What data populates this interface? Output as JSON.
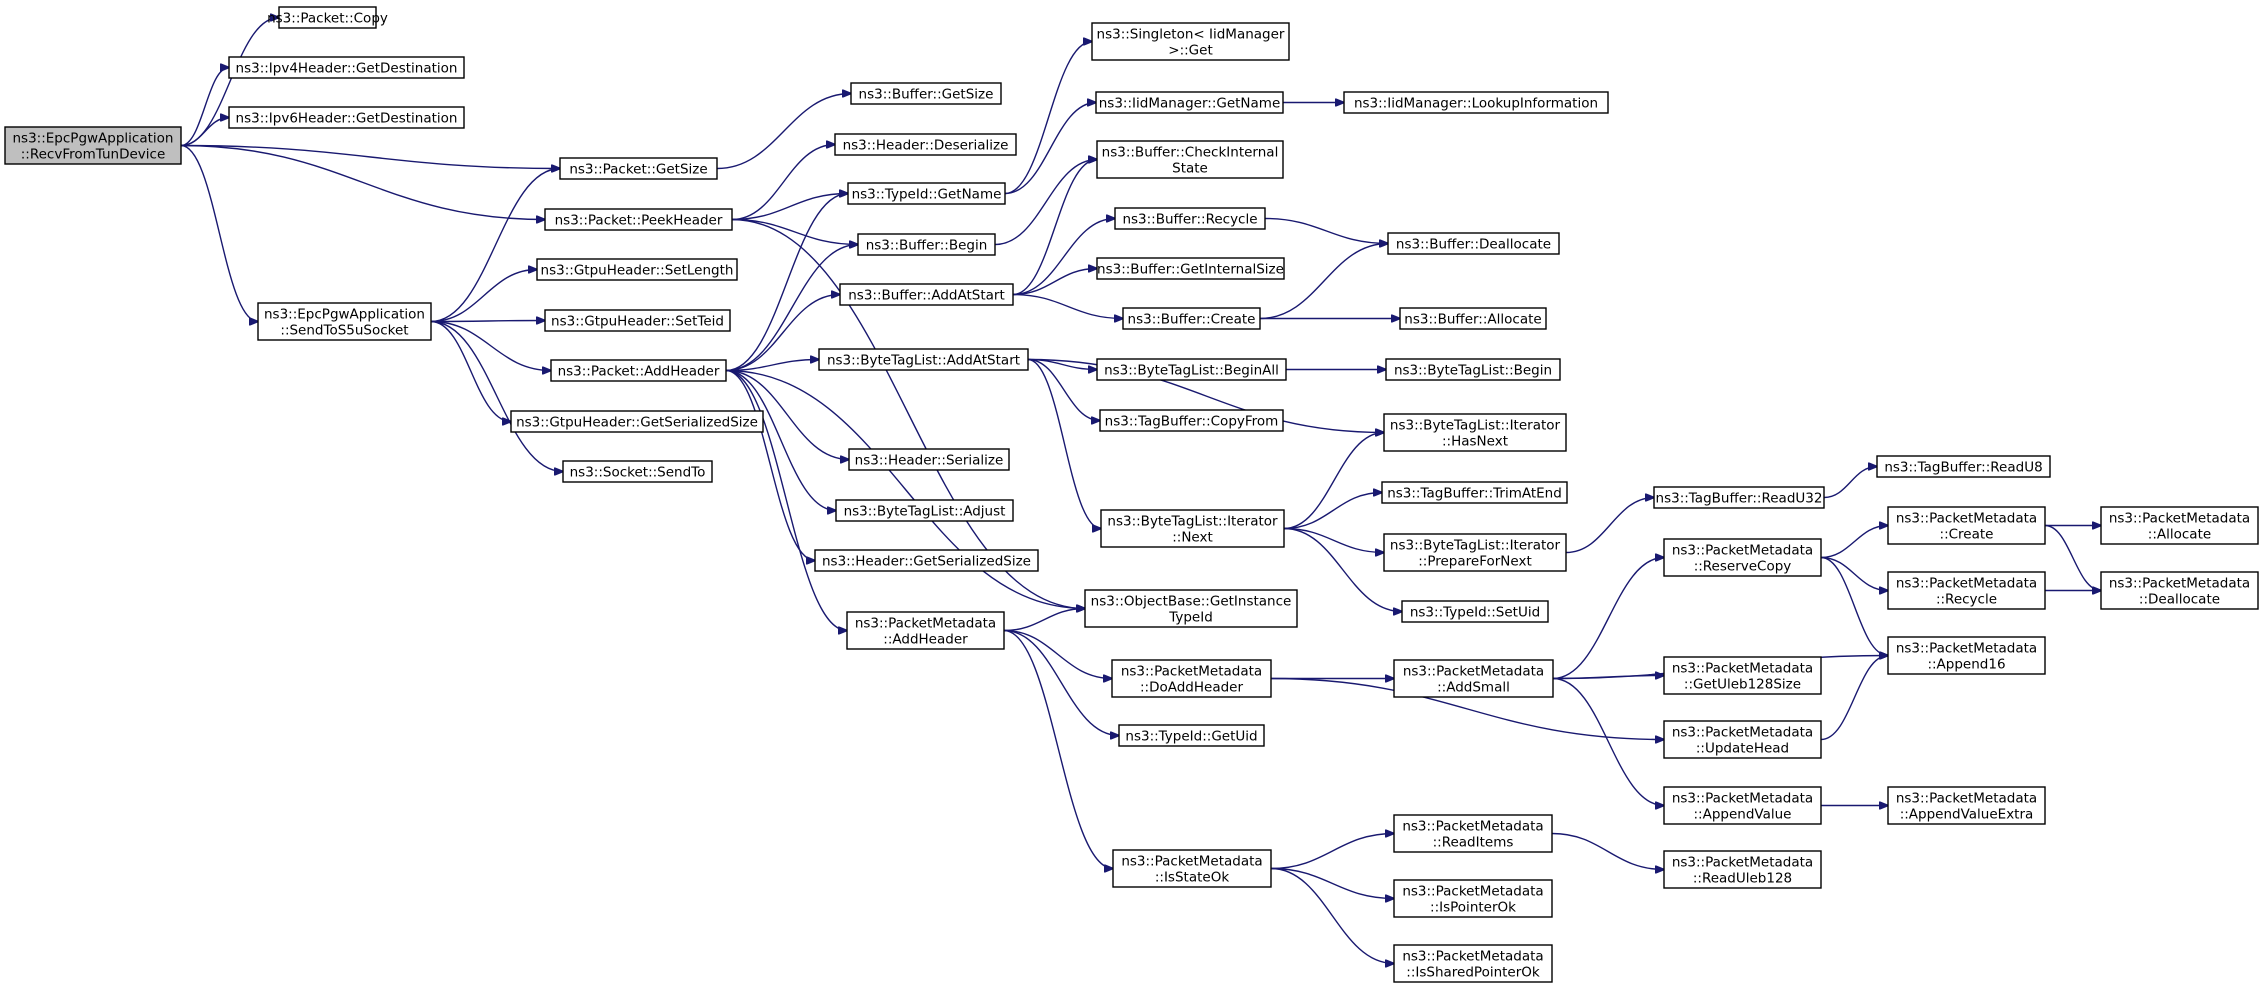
{
  "nodes": [
    {
      "id": "recv",
      "lines": [
        "ns3::EpcPgwApplication",
        "::RecvFromTunDevice"
      ]
    },
    {
      "id": "pcopy",
      "lines": [
        "ns3::Packet::Copy"
      ]
    },
    {
      "id": "ipv4dst",
      "lines": [
        "ns3::Ipv4Header::GetDestination"
      ]
    },
    {
      "id": "ipv6dst",
      "lines": [
        "ns3::Ipv6Header::GetDestination"
      ]
    },
    {
      "id": "pgetsize",
      "lines": [
        "ns3::Packet::GetSize"
      ]
    },
    {
      "id": "ppeek",
      "lines": [
        "ns3::Packet::PeekHeader"
      ]
    },
    {
      "id": "send",
      "lines": [
        "ns3::EpcPgwApplication",
        "::SendToS5uSocket"
      ]
    },
    {
      "id": "gsetlen",
      "lines": [
        "ns3::GtpuHeader::SetLength"
      ]
    },
    {
      "id": "gsetteid",
      "lines": [
        "ns3::GtpuHeader::SetTeid"
      ]
    },
    {
      "id": "paddh",
      "lines": [
        "ns3::Packet::AddHeader"
      ]
    },
    {
      "id": "ggetss",
      "lines": [
        "ns3::GtpuHeader::GetSerializedSize"
      ]
    },
    {
      "id": "ssendto",
      "lines": [
        "ns3::Socket::SendTo"
      ]
    },
    {
      "id": "bgetsize",
      "lines": [
        "ns3::Buffer::GetSize"
      ]
    },
    {
      "id": "hdeser",
      "lines": [
        "ns3::Header::Deserialize"
      ]
    },
    {
      "id": "tgetname",
      "lines": [
        "ns3::TypeId::GetName"
      ]
    },
    {
      "id": "bbegin",
      "lines": [
        "ns3::Buffer::Begin"
      ]
    },
    {
      "id": "baddstart",
      "lines": [
        "ns3::Buffer::AddAtStart"
      ]
    },
    {
      "id": "btladdstart",
      "lines": [
        "ns3::ByteTagList::AddAtStart"
      ]
    },
    {
      "id": "hser",
      "lines": [
        "ns3::Header::Serialize"
      ]
    },
    {
      "id": "btladj",
      "lines": [
        "ns3::ByteTagList::Adjust"
      ]
    },
    {
      "id": "hgetss",
      "lines": [
        "ns3::Header::GetSerializedSize"
      ]
    },
    {
      "id": "pmaddh",
      "lines": [
        "ns3::PacketMetadata",
        "::AddHeader"
      ]
    },
    {
      "id": "singleton",
      "lines": [
        "ns3::Singleton< IidManager",
        " >::Get"
      ]
    },
    {
      "id": "iidgetname",
      "lines": [
        "ns3::IidManager::GetName"
      ]
    },
    {
      "id": "iidlookup",
      "lines": [
        "ns3::IidManager::LookupInformation"
      ]
    },
    {
      "id": "bcheck",
      "lines": [
        "ns3::Buffer::CheckInternal",
        "State"
      ]
    },
    {
      "id": "brecycle",
      "lines": [
        "ns3::Buffer::Recycle"
      ]
    },
    {
      "id": "bgetint",
      "lines": [
        "ns3::Buffer::GetInternalSize"
      ]
    },
    {
      "id": "bcreate",
      "lines": [
        "ns3::Buffer::Create"
      ]
    },
    {
      "id": "bdealloc",
      "lines": [
        "ns3::Buffer::Deallocate"
      ]
    },
    {
      "id": "balloc",
      "lines": [
        "ns3::Buffer::Allocate"
      ]
    },
    {
      "id": "btlbeginall",
      "lines": [
        "ns3::ByteTagList::BeginAll"
      ]
    },
    {
      "id": "btlbegin",
      "lines": [
        "ns3::ByteTagList::Begin"
      ]
    },
    {
      "id": "tbcopy",
      "lines": [
        "ns3::TagBuffer::CopyFrom"
      ]
    },
    {
      "id": "btlhasnext",
      "lines": [
        "ns3::ByteTagList::Iterator",
        "::HasNext"
      ]
    },
    {
      "id": "btlnext",
      "lines": [
        "ns3::ByteTagList::Iterator",
        "::Next"
      ]
    },
    {
      "id": "tbtrim",
      "lines": [
        "ns3::TagBuffer::TrimAtEnd"
      ]
    },
    {
      "id": "btlprep",
      "lines": [
        "ns3::ByteTagList::Iterator",
        "::PrepareForNext"
      ]
    },
    {
      "id": "tsetuid",
      "lines": [
        "ns3::TypeId::SetUid"
      ]
    },
    {
      "id": "objgetinst",
      "lines": [
        "ns3::ObjectBase::GetInstance",
        "TypeId"
      ]
    },
    {
      "id": "pmdoadd",
      "lines": [
        "ns3::PacketMetadata",
        "::DoAddHeader"
      ]
    },
    {
      "id": "tgetuid",
      "lines": [
        "ns3::TypeId::GetUid"
      ]
    },
    {
      "id": "pmisok",
      "lines": [
        "ns3::PacketMetadata",
        "::IsStateOk"
      ]
    },
    {
      "id": "pmaddsmall",
      "lines": [
        "ns3::PacketMetadata",
        "::AddSmall"
      ]
    },
    {
      "id": "pmreaditems",
      "lines": [
        "ns3::PacketMetadata",
        "::ReadItems"
      ]
    },
    {
      "id": "pmisptr",
      "lines": [
        "ns3::PacketMetadata",
        "::IsPointerOk"
      ]
    },
    {
      "id": "pmisshared",
      "lines": [
        "ns3::PacketMetadata",
        "::IsSharedPointerOk"
      ]
    },
    {
      "id": "tbreadu32",
      "lines": [
        "ns3::TagBuffer::ReadU32"
      ]
    },
    {
      "id": "tbreadu8",
      "lines": [
        "ns3::TagBuffer::ReadU8"
      ]
    },
    {
      "id": "pmreserve",
      "lines": [
        "ns3::PacketMetadata",
        "::ReserveCopy"
      ]
    },
    {
      "id": "pmgetuleb",
      "lines": [
        "ns3::PacketMetadata",
        "::GetUleb128Size"
      ]
    },
    {
      "id": "pmupdhead",
      "lines": [
        "ns3::PacketMetadata",
        "::UpdateHead"
      ]
    },
    {
      "id": "pmappval",
      "lines": [
        "ns3::PacketMetadata",
        "::AppendValue"
      ]
    },
    {
      "id": "pmreaduleb",
      "lines": [
        "ns3::PacketMetadata",
        "::ReadUleb128"
      ]
    },
    {
      "id": "pmcreate",
      "lines": [
        "ns3::PacketMetadata",
        "::Create"
      ]
    },
    {
      "id": "pmrecycle",
      "lines": [
        "ns3::PacketMetadata",
        "::Recycle"
      ]
    },
    {
      "id": "pmappend16",
      "lines": [
        "ns3::PacketMetadata",
        "::Append16"
      ]
    },
    {
      "id": "pmappvalextra",
      "lines": [
        "ns3::PacketMetadata",
        "::AppendValueExtra"
      ]
    },
    {
      "id": "pmallocate",
      "lines": [
        "ns3::PacketMetadata",
        "::Allocate"
      ]
    },
    {
      "id": "pmdealloc",
      "lines": [
        "ns3::PacketMetadata",
        "::Deallocate"
      ]
    }
  ],
  "edges": [
    [
      "recv",
      "pcopy"
    ],
    [
      "recv",
      "ipv4dst"
    ],
    [
      "recv",
      "ipv6dst"
    ],
    [
      "recv",
      "pgetsize"
    ],
    [
      "recv",
      "ppeek"
    ],
    [
      "recv",
      "send"
    ],
    [
      "pgetsize",
      "bgetsize"
    ],
    [
      "ppeek",
      "hdeser"
    ],
    [
      "ppeek",
      "tgetname"
    ],
    [
      "ppeek",
      "bbegin"
    ],
    [
      "ppeek",
      "objgetinst"
    ],
    [
      "send",
      "pgetsize"
    ],
    [
      "send",
      "gsetlen"
    ],
    [
      "send",
      "gsetteid"
    ],
    [
      "send",
      "paddh"
    ],
    [
      "send",
      "ggetss"
    ],
    [
      "send",
      "ssendto"
    ],
    [
      "paddh",
      "tgetname"
    ],
    [
      "paddh",
      "bbegin"
    ],
    [
      "paddh",
      "baddstart"
    ],
    [
      "paddh",
      "btladdstart"
    ],
    [
      "paddh",
      "hser"
    ],
    [
      "paddh",
      "btladj"
    ],
    [
      "paddh",
      "hgetss"
    ],
    [
      "paddh",
      "pmaddh"
    ],
    [
      "paddh",
      "objgetinst"
    ],
    [
      "tgetname",
      "singleton"
    ],
    [
      "tgetname",
      "iidgetname"
    ],
    [
      "iidgetname",
      "iidlookup"
    ],
    [
      "bbegin",
      "bcheck"
    ],
    [
      "baddstart",
      "bcheck"
    ],
    [
      "baddstart",
      "brecycle"
    ],
    [
      "baddstart",
      "bgetint"
    ],
    [
      "baddstart",
      "bcreate"
    ],
    [
      "brecycle",
      "bdealloc"
    ],
    [
      "bcreate",
      "bdealloc"
    ],
    [
      "bcreate",
      "balloc"
    ],
    [
      "btladdstart",
      "btlbeginall"
    ],
    [
      "btladdstart",
      "tbcopy"
    ],
    [
      "btladdstart",
      "btlhasnext"
    ],
    [
      "btladdstart",
      "btlnext"
    ],
    [
      "btlbeginall",
      "btlbegin"
    ],
    [
      "btlnext",
      "btlhasnext"
    ],
    [
      "btlnext",
      "tbtrim"
    ],
    [
      "btlnext",
      "btlprep"
    ],
    [
      "btlnext",
      "tsetuid"
    ],
    [
      "btlprep",
      "tbreadu32"
    ],
    [
      "tbreadu32",
      "tbreadu8"
    ],
    [
      "pmaddh",
      "objgetinst"
    ],
    [
      "pmaddh",
      "pmdoadd"
    ],
    [
      "pmaddh",
      "tgetuid"
    ],
    [
      "pmaddh",
      "pmisok"
    ],
    [
      "pmdoadd",
      "pmaddsmall"
    ],
    [
      "pmdoadd",
      "pmupdhead"
    ],
    [
      "pmaddsmall",
      "pmreserve"
    ],
    [
      "pmaddsmall",
      "pmgetuleb"
    ],
    [
      "pmaddsmall",
      "pmappval"
    ],
    [
      "pmaddsmall",
      "pmappend16"
    ],
    [
      "pmreserve",
      "pmcreate"
    ],
    [
      "pmreserve",
      "pmrecycle"
    ],
    [
      "pmreserve",
      "pmappend16"
    ],
    [
      "pmcreate",
      "pmallocate"
    ],
    [
      "pmcreate",
      "pmdealloc"
    ],
    [
      "pmrecycle",
      "pmdealloc"
    ],
    [
      "pmupdhead",
      "pmappend16"
    ],
    [
      "pmappval",
      "pmappvalextra"
    ],
    [
      "pmisok",
      "pmreaditems"
    ],
    [
      "pmisok",
      "pmisptr"
    ],
    [
      "pmisok",
      "pmisshared"
    ],
    [
      "pmreaditems",
      "pmreaduleb"
    ]
  ],
  "colors": {
    "edge": "#191970",
    "root_fill": "#bfbfbf",
    "node_fill": "#ffffff",
    "border": "#000000"
  }
}
